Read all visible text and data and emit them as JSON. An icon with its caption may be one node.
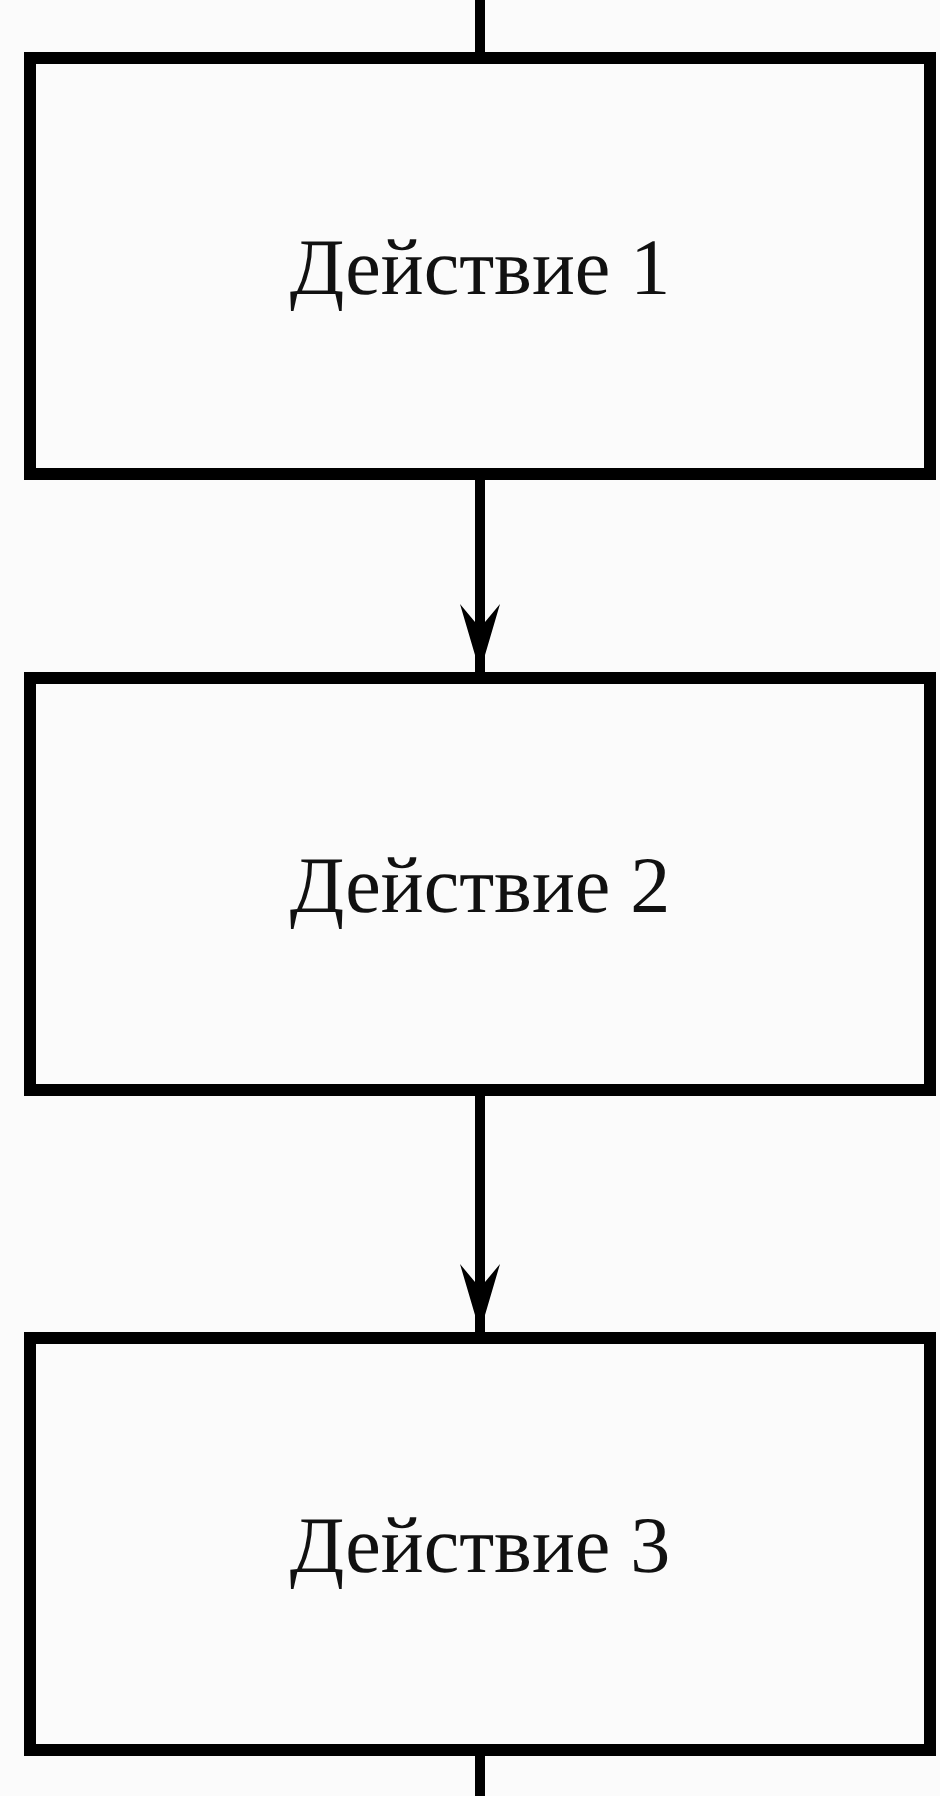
{
  "diagram": {
    "nodes": [
      {
        "text": [
          "Действие 1"
        ]
      },
      {
        "text": [
          "Действие 2"
        ]
      },
      {
        "text": [
          "Действие 3"
        ]
      }
    ],
    "edges": [
      {
        "from": null,
        "to": 0,
        "arrow": "none"
      },
      {
        "from": 0,
        "to": 1,
        "arrow": "to"
      },
      {
        "from": 1,
        "to": 2,
        "arrow": "to"
      },
      {
        "from": 2,
        "to": null,
        "arrow": "none"
      }
    ]
  }
}
